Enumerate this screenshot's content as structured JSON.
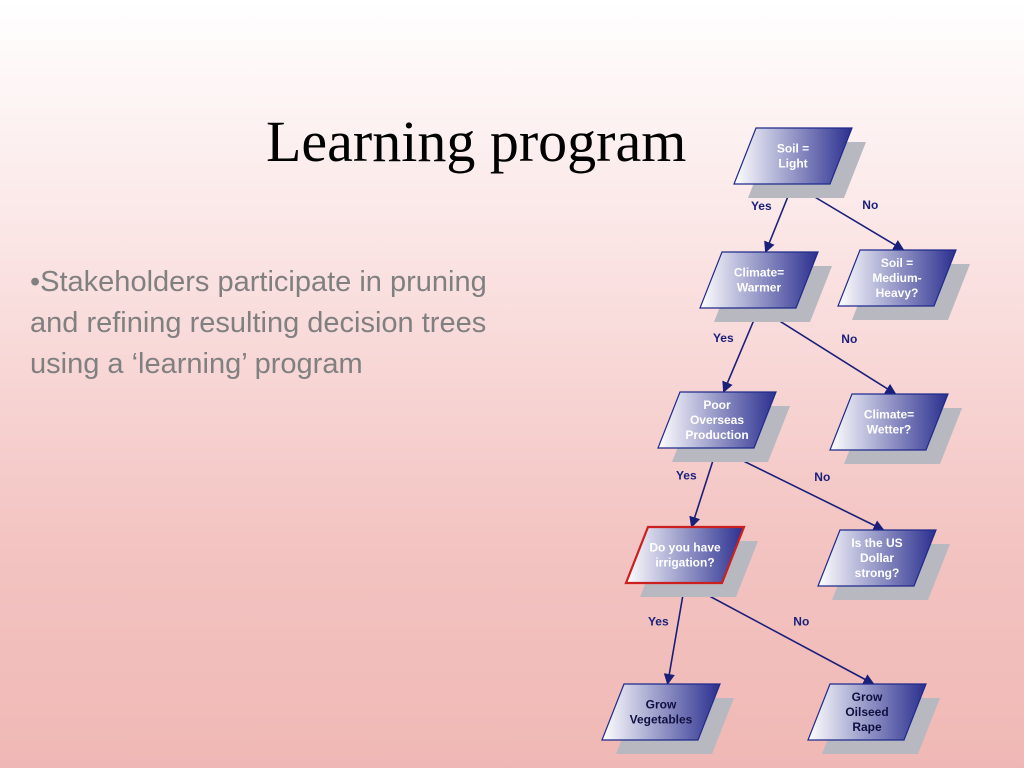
{
  "slide": {
    "title": "Learning program",
    "bullet": "•Stakeholders participate in pruning and refining resulting decision trees using a ‘learning’ program"
  },
  "colors": {
    "node_fill_start": "#ffffff",
    "node_fill_end": "#2b2f8f",
    "node_border": "#1f2a8a",
    "node_highlight_border": "#cc1f1f",
    "shadow": "#b8b8c0",
    "edge": "#1a1f7a"
  },
  "tree": {
    "nodes": [
      {
        "id": "soil-light",
        "lines": [
          "Soil =",
          "Light"
        ]
      },
      {
        "id": "climate-warmer",
        "lines": [
          "Climate=",
          "Warmer"
        ]
      },
      {
        "id": "soil-medium-heavy",
        "lines": [
          "Soil =",
          "Medium-",
          "Heavy?"
        ]
      },
      {
        "id": "poor-overseas-production",
        "lines": [
          "Poor",
          "Overseas",
          "Production"
        ]
      },
      {
        "id": "climate-wetter",
        "lines": [
          "Climate=",
          "Wetter?"
        ]
      },
      {
        "id": "irrigation",
        "lines": [
          "Do you have",
          "irrigation?"
        ],
        "highlighted": true
      },
      {
        "id": "us-dollar-strong",
        "lines": [
          "Is the US",
          "Dollar",
          "strong?"
        ]
      },
      {
        "id": "grow-vegetables",
        "lines": [
          "Grow",
          "Vegetables"
        ]
      },
      {
        "id": "grow-oilseed-rape",
        "lines": [
          "Grow",
          "Oilseed",
          "Rape"
        ]
      }
    ],
    "edges": [
      {
        "from": "soil-light",
        "to": "climate-warmer",
        "label": "Yes"
      },
      {
        "from": "soil-light",
        "to": "soil-medium-heavy",
        "label": "No"
      },
      {
        "from": "climate-warmer",
        "to": "poor-overseas-production",
        "label": "Yes"
      },
      {
        "from": "climate-warmer",
        "to": "climate-wetter",
        "label": "No"
      },
      {
        "from": "poor-overseas-production",
        "to": "irrigation",
        "label": "Yes"
      },
      {
        "from": "poor-overseas-production",
        "to": "us-dollar-strong",
        "label": "No"
      },
      {
        "from": "irrigation",
        "to": "grow-vegetables",
        "label": "Yes"
      },
      {
        "from": "irrigation",
        "to": "grow-oilseed-rape",
        "label": "No"
      }
    ]
  }
}
